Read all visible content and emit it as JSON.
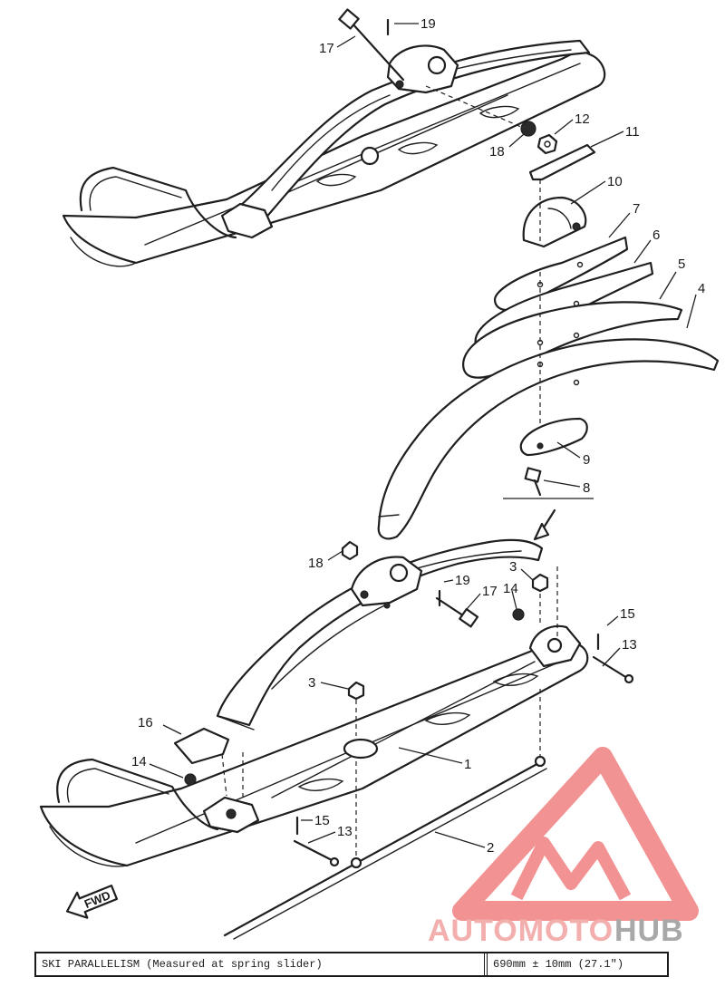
{
  "callouts": [
    {
      "id": "c19a",
      "text": "19"
    },
    {
      "id": "c17a",
      "text": "17"
    },
    {
      "id": "c12",
      "text": "12"
    },
    {
      "id": "c11",
      "text": "11"
    },
    {
      "id": "c18a",
      "text": "18"
    },
    {
      "id": "c10",
      "text": "10"
    },
    {
      "id": "c7",
      "text": "7"
    },
    {
      "id": "c6",
      "text": "6"
    },
    {
      "id": "c5",
      "text": "5"
    },
    {
      "id": "c4",
      "text": "4"
    },
    {
      "id": "c9",
      "text": "9"
    },
    {
      "id": "c8",
      "text": "8"
    },
    {
      "id": "c18b",
      "text": "18"
    },
    {
      "id": "c19b",
      "text": "19"
    },
    {
      "id": "c17b",
      "text": "17"
    },
    {
      "id": "c3a",
      "text": "3"
    },
    {
      "id": "c14a",
      "text": "14"
    },
    {
      "id": "c15a",
      "text": "15"
    },
    {
      "id": "c13a",
      "text": "13"
    },
    {
      "id": "c3b",
      "text": "3"
    },
    {
      "id": "c16",
      "text": "16"
    },
    {
      "id": "c1",
      "text": "1"
    },
    {
      "id": "c14b",
      "text": "14"
    },
    {
      "id": "c15b",
      "text": "15"
    },
    {
      "id": "c13b",
      "text": "13"
    },
    {
      "id": "c2",
      "text": "2"
    }
  ],
  "fwd_label": "FWD",
  "watermark": {
    "auto": "AUTOMOTO",
    "hub": "HUB",
    "accent_color": "#f08080",
    "gray_color": "#9a9a9a"
  },
  "spec": {
    "label": "SKI PARALLELISM (Measured at spring slider)",
    "value": "690mm ± 10mm (27.1\")"
  }
}
